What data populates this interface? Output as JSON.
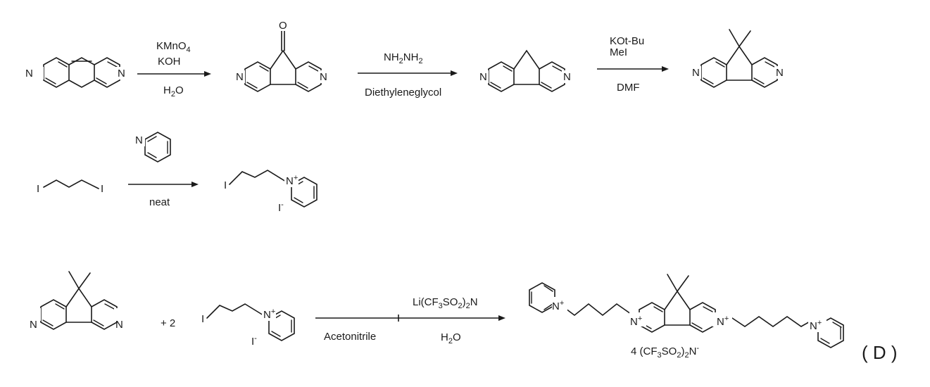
{
  "step1": {
    "reagent_top_a": "KMnO",
    "reagent_top_a_sub": "4",
    "reagent_top_b": "KOH",
    "reagent_bottom_a": "H",
    "reagent_bottom_a_sub": "2",
    "reagent_bottom_b": "O"
  },
  "step2": {
    "reagent_top_p1": "NH",
    "reagent_top_s1": "2",
    "reagent_top_p2": "NH",
    "reagent_top_s2": "2",
    "reagent_bottom": "Diethyleneglycol"
  },
  "step3": {
    "reagent_top_a": "KOt-Bu",
    "reagent_top_b": "MeI",
    "reagent_bottom": "DMF"
  },
  "step4": {
    "reagent_bottom": "neat"
  },
  "step5": {
    "coefficient": "+ 2",
    "solvent": "Acetonitrile",
    "reagent_top_p1": "Li(CF",
    "reagent_top_s1": "3",
    "reagent_top_p2": "SO",
    "reagent_top_s2": "2",
    "reagent_top_p3": ")",
    "reagent_top_s3": "2",
    "reagent_top_p4": "N",
    "reagent_bottom_a": "H",
    "reagent_bottom_a_sub": "2",
    "reagent_bottom_b": "O"
  },
  "atoms": {
    "N": "N",
    "O": "O",
    "I": "I",
    "plus": "+",
    "minus": "-"
  },
  "product_counterion": {
    "p1": "4 (CF",
    "s1": "3",
    "p2": "SO",
    "s2": "2",
    "p3": ")",
    "s3": "2",
    "p4": "N",
    "sup": "-"
  },
  "compound_label": "( D )"
}
